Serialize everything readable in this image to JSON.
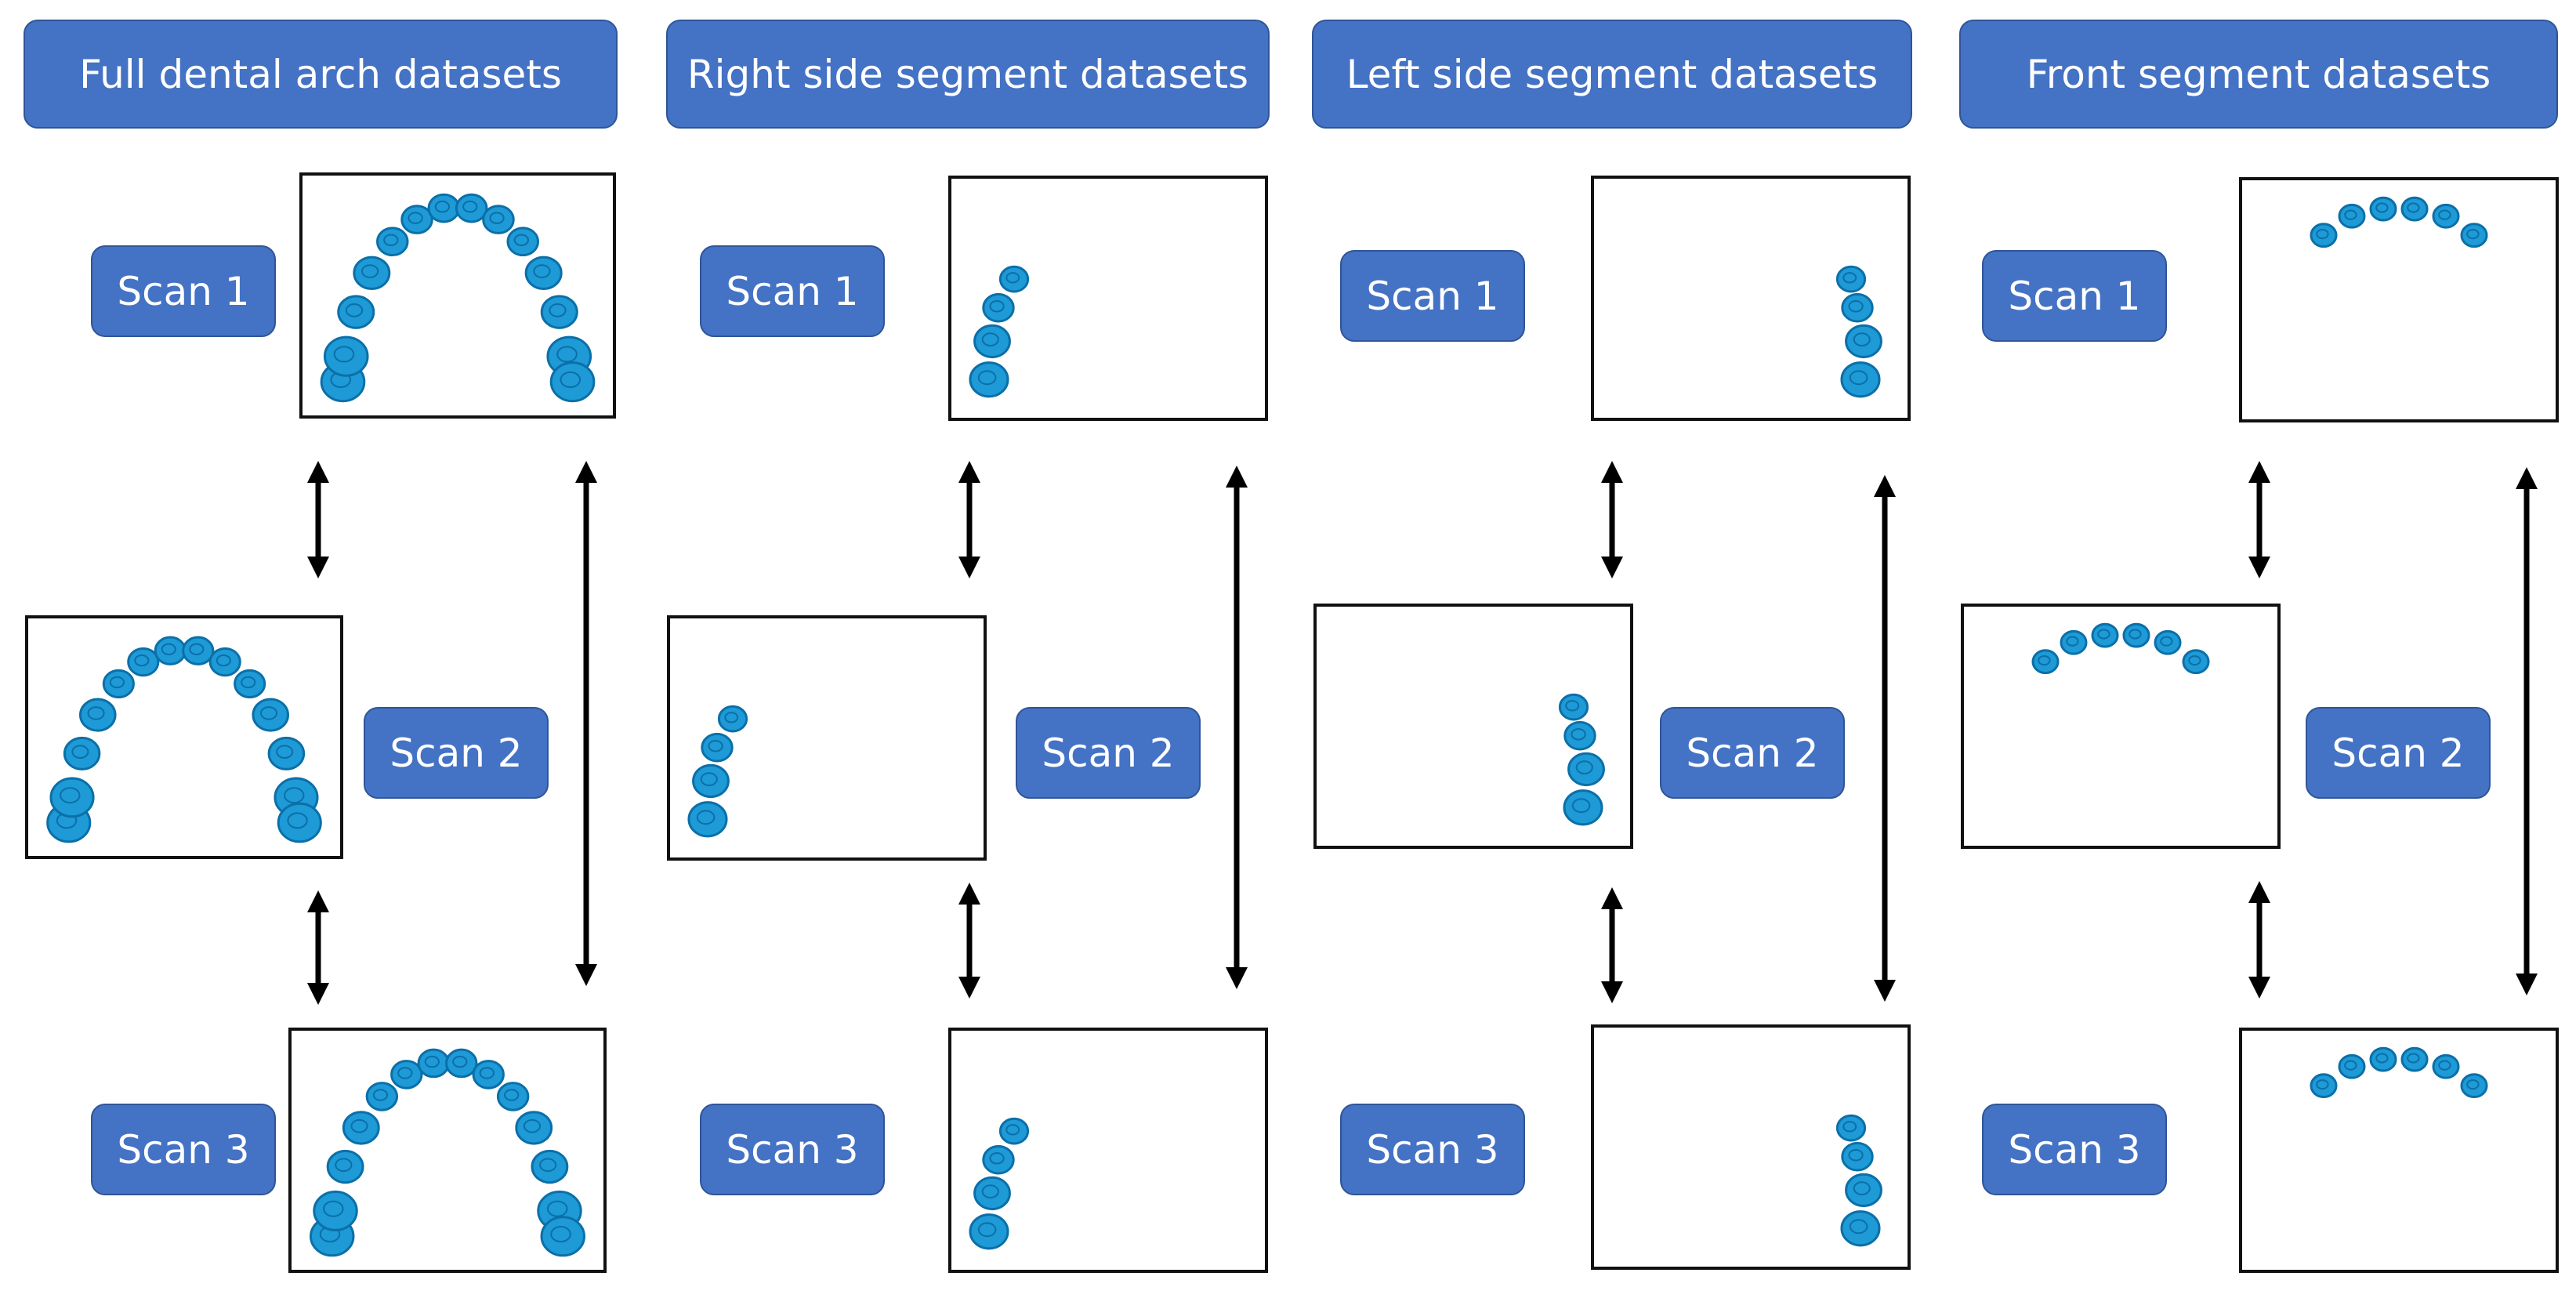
{
  "columns": [
    {
      "header": "Full dental arch datasets",
      "scans": [
        "Scan 1",
        "Scan 2",
        "Scan 3"
      ],
      "teeth_layout": "full-arch"
    },
    {
      "header": "Right side segment datasets",
      "scans": [
        "Scan 1",
        "Scan 2",
        "Scan 3"
      ],
      "teeth_layout": "right-segment"
    },
    {
      "header": "Left side segment datasets",
      "scans": [
        "Scan 1",
        "Scan 2",
        "Scan 3"
      ],
      "teeth_layout": "left-segment"
    },
    {
      "header": "Front segment datasets",
      "scans": [
        "Scan 1",
        "Scan 2",
        "Scan 3"
      ],
      "teeth_layout": "front-segment"
    }
  ],
  "colors": {
    "label_fill": "#4472C4",
    "label_border": "#2F5597",
    "label_text": "#FFFFFF",
    "tooth": "#1E9AD6",
    "tooth_dark": "#0B6FA8",
    "arrow": "#000000"
  }
}
